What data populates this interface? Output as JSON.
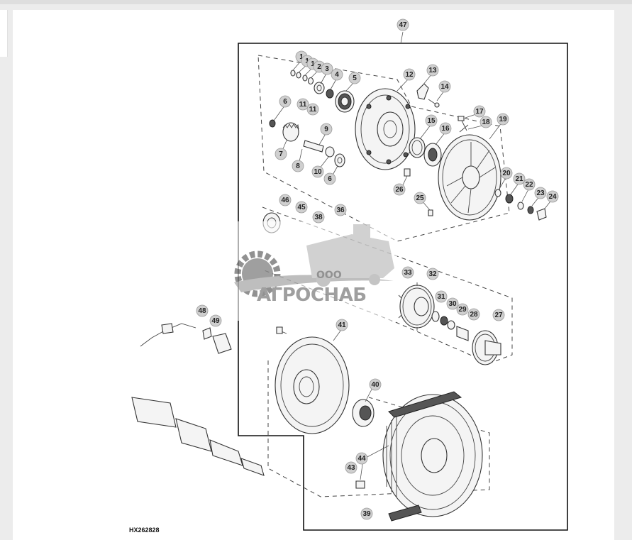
{
  "diagram": {
    "figure_ref": "HX262828",
    "group_label": "47",
    "callouts": [
      {
        "id": "c47",
        "label": "47"
      },
      {
        "id": "c1a",
        "label": "1"
      },
      {
        "id": "c1b",
        "label": "1"
      },
      {
        "id": "c1c",
        "label": "1"
      },
      {
        "id": "c2",
        "label": "2"
      },
      {
        "id": "c3",
        "label": "3"
      },
      {
        "id": "c4",
        "label": "4"
      },
      {
        "id": "c5",
        "label": "5"
      },
      {
        "id": "c6a",
        "label": "6"
      },
      {
        "id": "c6b",
        "label": "6"
      },
      {
        "id": "c7",
        "label": "7"
      },
      {
        "id": "c8",
        "label": "8"
      },
      {
        "id": "c9",
        "label": "9"
      },
      {
        "id": "c10",
        "label": "10"
      },
      {
        "id": "c11a",
        "label": "11"
      },
      {
        "id": "c11b",
        "label": "11"
      },
      {
        "id": "c12",
        "label": "12"
      },
      {
        "id": "c13",
        "label": "13"
      },
      {
        "id": "c14",
        "label": "14"
      },
      {
        "id": "c15",
        "label": "15"
      },
      {
        "id": "c16",
        "label": "16"
      },
      {
        "id": "c17",
        "label": "17"
      },
      {
        "id": "c18",
        "label": "18"
      },
      {
        "id": "c19",
        "label": "19"
      },
      {
        "id": "c20",
        "label": "20"
      },
      {
        "id": "c21",
        "label": "21"
      },
      {
        "id": "c22",
        "label": "22"
      },
      {
        "id": "c23",
        "label": "23"
      },
      {
        "id": "c24",
        "label": "24"
      },
      {
        "id": "c25",
        "label": "25"
      },
      {
        "id": "c26",
        "label": "26"
      },
      {
        "id": "c27",
        "label": "27"
      },
      {
        "id": "c28",
        "label": "28"
      },
      {
        "id": "c29",
        "label": "29"
      },
      {
        "id": "c30",
        "label": "30"
      },
      {
        "id": "c31",
        "label": "31"
      },
      {
        "id": "c32",
        "label": "32"
      },
      {
        "id": "c33",
        "label": "33"
      },
      {
        "id": "c36",
        "label": "36"
      },
      {
        "id": "c38",
        "label": "38"
      },
      {
        "id": "c39",
        "label": "39"
      },
      {
        "id": "c40",
        "label": "40"
      },
      {
        "id": "c41",
        "label": "41"
      },
      {
        "id": "c43",
        "label": "43"
      },
      {
        "id": "c44",
        "label": "44"
      },
      {
        "id": "c45",
        "label": "45"
      },
      {
        "id": "c46",
        "label": "46"
      },
      {
        "id": "c48",
        "label": "48"
      },
      {
        "id": "c49",
        "label": "49"
      }
    ]
  },
  "watermark": {
    "small_text": "ООО",
    "brand_text": "АГРОСНАБ",
    "colors": {
      "gear": "#7a7a7a",
      "swoosh": "#b0b0b0",
      "text": "#8a8a8a"
    }
  },
  "colors": {
    "page_bg": "#ececec",
    "sheet_bg": "#ffffff",
    "callout_fill": "#cfcfcf",
    "line": "#333333"
  }
}
